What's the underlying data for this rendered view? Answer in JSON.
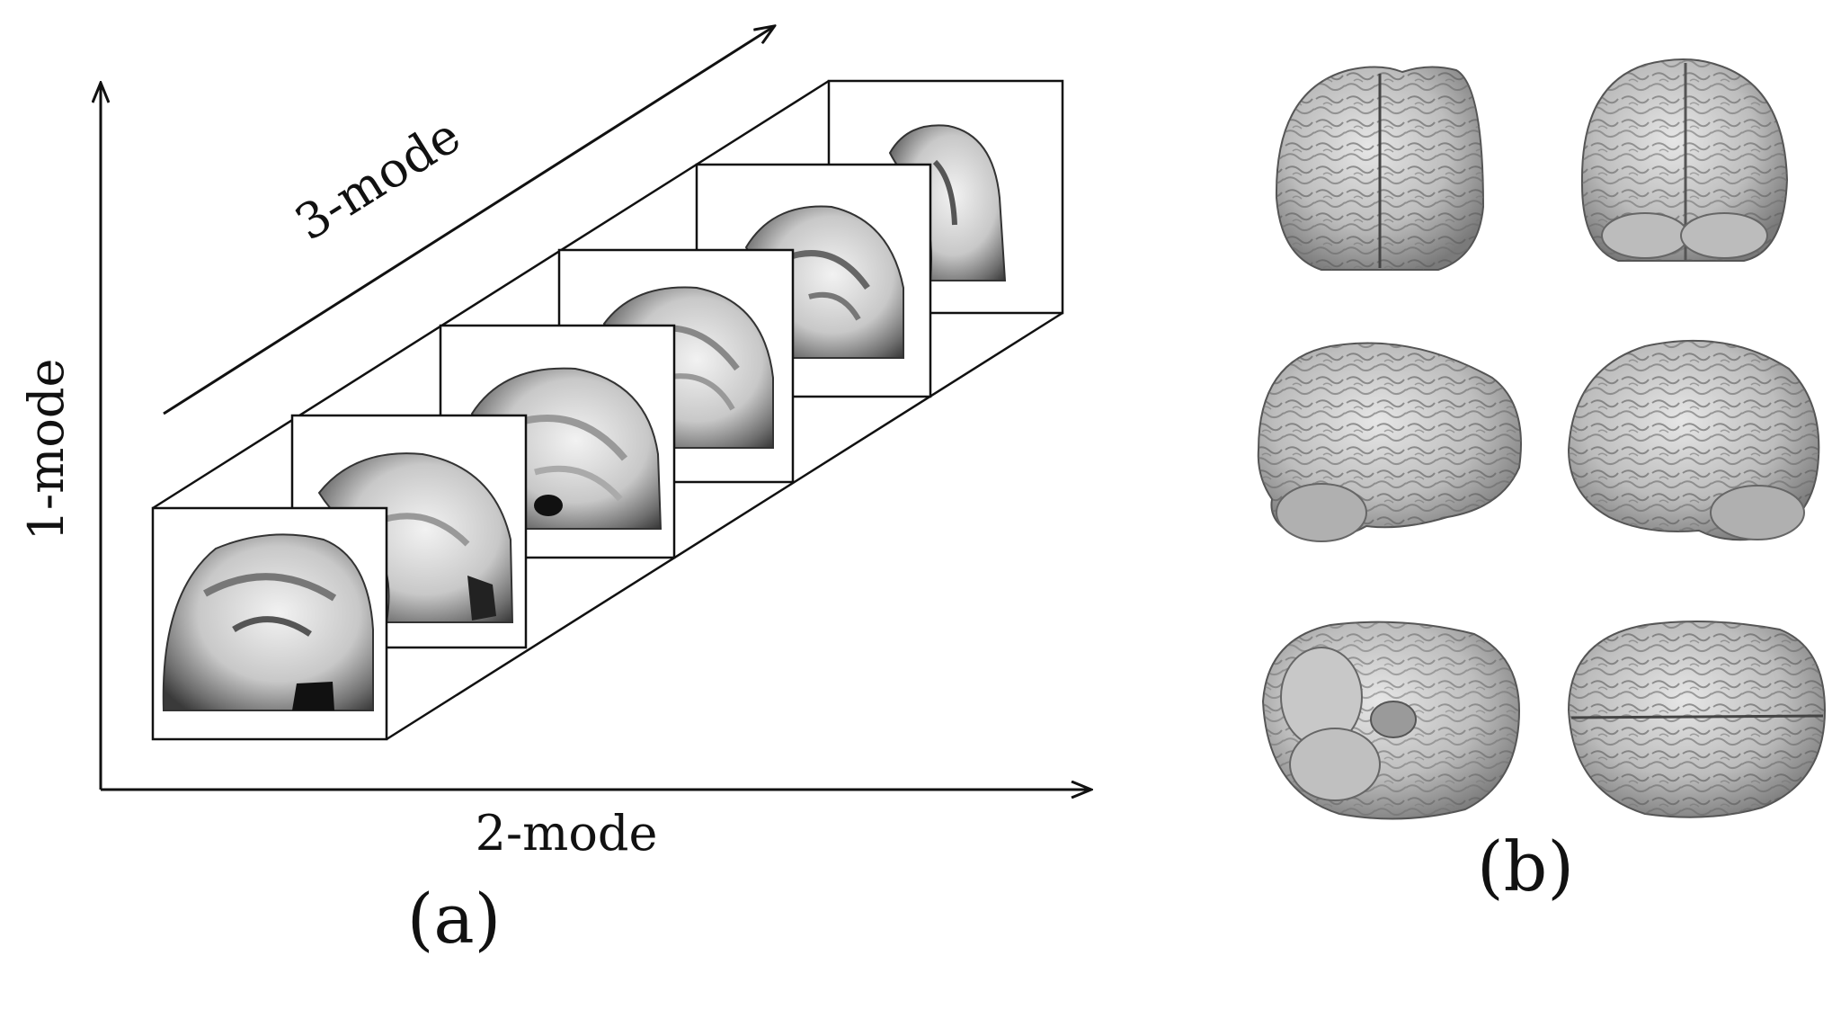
{
  "panel_a": {
    "axis_y_label": "1-mode",
    "axis_x_label": "2-mode",
    "axis_z_label": "3-mode",
    "caption": "(a)",
    "slice_count": 6
  },
  "panel_b": {
    "caption": "(b)",
    "views": [
      "front",
      "back",
      "left-lateral",
      "right-lateral",
      "inferior",
      "superior"
    ]
  },
  "colors": {
    "line": "#111111",
    "brain_light": "#d9d9d9",
    "brain_mid": "#a8a8a8",
    "brain_dark": "#3a3a3a",
    "slice_bg": "#ffffff"
  }
}
